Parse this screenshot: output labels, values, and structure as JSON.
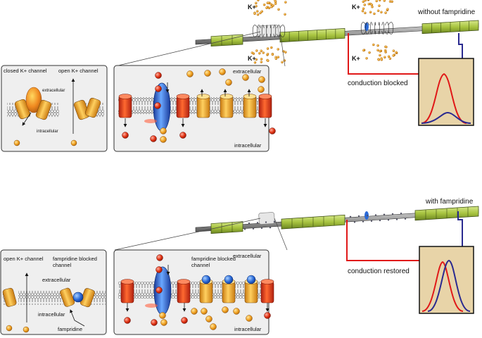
{
  "top": {
    "k_labels": [
      "K+",
      "K+",
      "K+",
      "K+"
    ],
    "condition": "without fampridine",
    "conduction": "conduction blocked",
    "inset_left": {
      "closed": "closed K+ channel",
      "open": "open K+ channel",
      "extracellular": "extracellular",
      "intracellular": "intracellular"
    },
    "inset_right": {
      "extracellular": "extracellular",
      "intracellular": "intracellular"
    }
  },
  "bottom": {
    "condition": "with fampridine",
    "conduction": "conduction restored",
    "inset_left": {
      "open": "open K+ channel",
      "blocked": "fampridine blocked channel",
      "extracellular": "extracellular",
      "intracellular": "intracellular",
      "fampridine": "fampridine"
    },
    "inset_right": {
      "blocked": "fampridine blocked channel",
      "extracellular": "extracellular",
      "intracellular": "intracellular"
    }
  },
  "colors": {
    "myelin": "#a8c440",
    "axon": "#8f8f8f",
    "signal_blocked": "#e01818",
    "signal_normal": "#2a2a90",
    "panel_bg": "#efefef",
    "graph_bg": "#e8d4a8",
    "channel_open": "#f2b030",
    "channel_closed": "#e04a20",
    "ion": "#f0a020",
    "fampridine": "#2a6ad8"
  }
}
